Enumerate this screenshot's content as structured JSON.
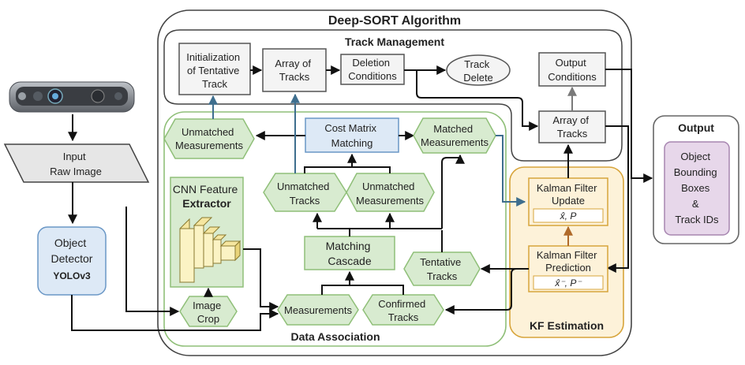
{
  "title": "Deep-SORT Algorithm",
  "track_management": {
    "title": "Track Management",
    "init_tentative": [
      "Initialization",
      "of Tentative",
      "Track"
    ],
    "array_top": [
      "Array of",
      "Tracks"
    ],
    "deletion": [
      "Deletion",
      "Conditions"
    ],
    "track_delete": [
      "Track",
      "Delete"
    ],
    "output_conditions": [
      "Output",
      "Conditions"
    ],
    "array_mid": [
      "Array of",
      "Tracks"
    ]
  },
  "input": [
    "Input",
    "Raw Image"
  ],
  "detector": [
    "Object",
    "Detector"
  ],
  "detector_model": "YOLOv3",
  "data_association": {
    "title": "Data Association",
    "unmatched_meas_top": [
      "Unmatched",
      "Measurements"
    ],
    "cost_matrix": [
      "Cost Matrix",
      "Matching"
    ],
    "matched_meas": [
      "Matched",
      "Measurements"
    ],
    "cnn_title": [
      "CNN Feature",
      "Extractor"
    ],
    "unmatched_tracks": [
      "Unmatched",
      "Tracks"
    ],
    "unmatched_meas_mid": [
      "Unmatched",
      "Measurements"
    ],
    "matching_cascade": [
      "Matching",
      "Cascade"
    ],
    "tentative_tracks": [
      "Tentative",
      "Tracks"
    ],
    "image_crop": [
      "Image",
      "Crop"
    ],
    "measurements": "Measurements",
    "confirmed_tracks": [
      "Confirmed",
      "Tracks"
    ]
  },
  "kf": {
    "title": "KF Estimation",
    "update": [
      "Kalman Filter",
      "Update"
    ],
    "update_formula": "x̂, P",
    "prediction": [
      "Kalman Filter",
      "Prediction"
    ],
    "prediction_formula": "x̂⁻, P⁻"
  },
  "output": {
    "title": "Output",
    "lines": [
      "Object",
      "Bounding",
      "Boxes",
      "&",
      "Track IDs"
    ]
  },
  "colors": {
    "gray_fill": "#f4f4f4",
    "gray_stroke": "#555555",
    "green_fill": "#d8ebd0",
    "green_stroke": "#8fbf78",
    "blue_fill": "#dde9f6",
    "blue_stroke": "#6a97c6",
    "purple_fill": "#e7d7ea",
    "purple_stroke": "#a785b0",
    "kf_fill": "#fdf2d9",
    "kf_stroke": "#d7a43a",
    "cnn_fill": "#fbf3c4"
  }
}
